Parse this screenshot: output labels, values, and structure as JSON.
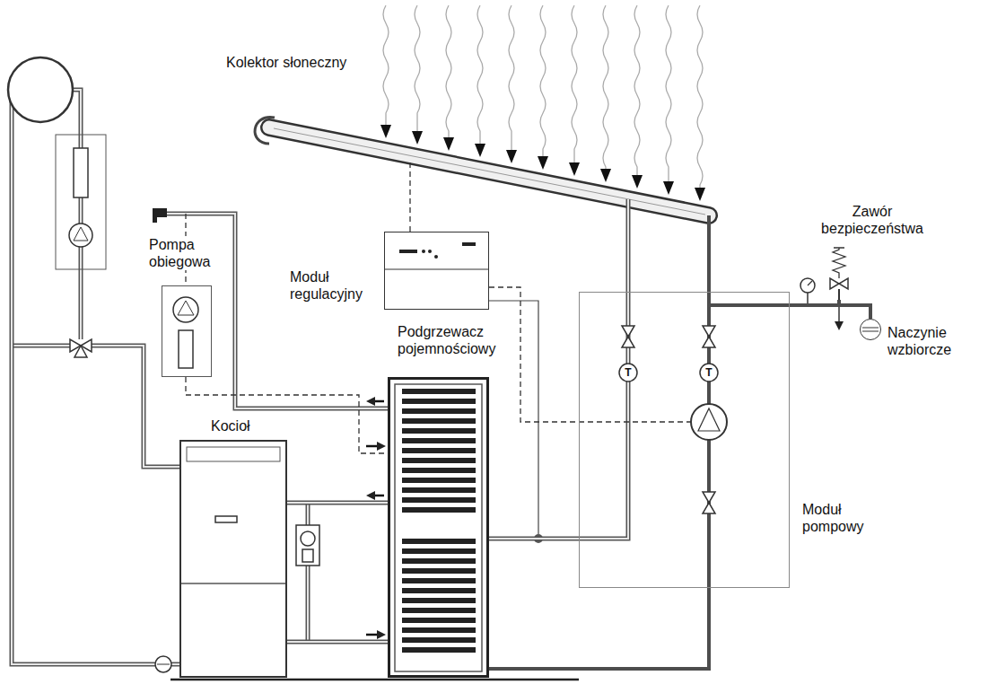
{
  "diagram": {
    "nodes": [
      {
        "text": [
          "Kolektor słoneczny"
        ]
      },
      {
        "text": [
          "Moduł regulacyjny"
        ]
      },
      {
        "text": [
          "Pompa obiegowa"
        ]
      },
      {
        "text": [
          "Podgrzewacz pojemnościowy"
        ]
      },
      {
        "text": [
          "Kocioł"
        ]
      },
      {
        "text": [
          "Moduł pompowy"
        ]
      },
      {
        "text": [
          "Zawór bezpieczeństwa"
        ]
      },
      {
        "text": [
          "Naczynie wzbiorcze"
        ]
      }
    ],
    "edges": [
      {
        "from": 0,
        "to": 5,
        "arrow": "none"
      },
      {
        "from": 1,
        "to": 0,
        "arrow": "none"
      },
      {
        "from": 1,
        "to": 5,
        "arrow": "none"
      },
      {
        "from": 5,
        "to": 3,
        "arrow": "none"
      },
      {
        "from": 4,
        "to": 3,
        "arrow": "none"
      },
      {
        "from": 2,
        "to": 3,
        "arrow": "none"
      },
      {
        "from": 5,
        "to": 6,
        "arrow": "none"
      },
      {
        "from": 5,
        "to": 7,
        "arrow": "none"
      }
    ],
    "labels": [
      "T",
      "T"
    ]
  }
}
